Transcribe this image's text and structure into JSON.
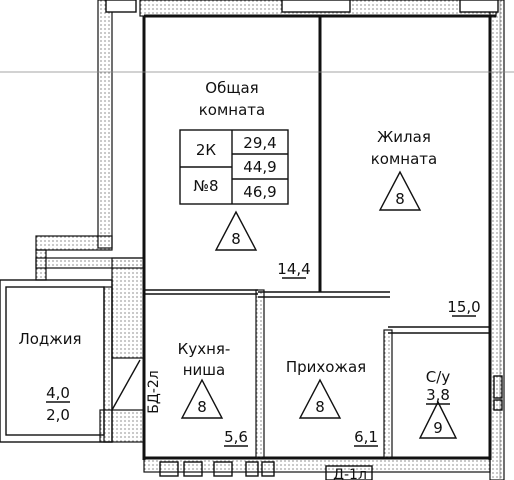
{
  "rooms": {
    "common": {
      "line1": "Общая",
      "line2": "комната",
      "area": "14,4",
      "mark": "8"
    },
    "living": {
      "line1": "Жилая",
      "line2": "комната",
      "area": "15,0",
      "mark": "8"
    },
    "kitchen": {
      "line1": "Кухня-",
      "line2": "ниша",
      "area": "5,6",
      "mark": "8"
    },
    "hall": {
      "name": "Прихожая",
      "area": "6,1",
      "mark": "8"
    },
    "bath": {
      "name": "С/у",
      "area": "3,8",
      "mark": "9"
    },
    "loggia": {
      "name": "Лоджия",
      "area1": "4,0",
      "area2": "2,0"
    }
  },
  "info_table": {
    "type": "2К",
    "number": "№8",
    "values": [
      "29,4",
      "44,9",
      "46,9"
    ]
  },
  "labels": {
    "wall_code": "БД-2л",
    "door_code": "Д-1л"
  }
}
